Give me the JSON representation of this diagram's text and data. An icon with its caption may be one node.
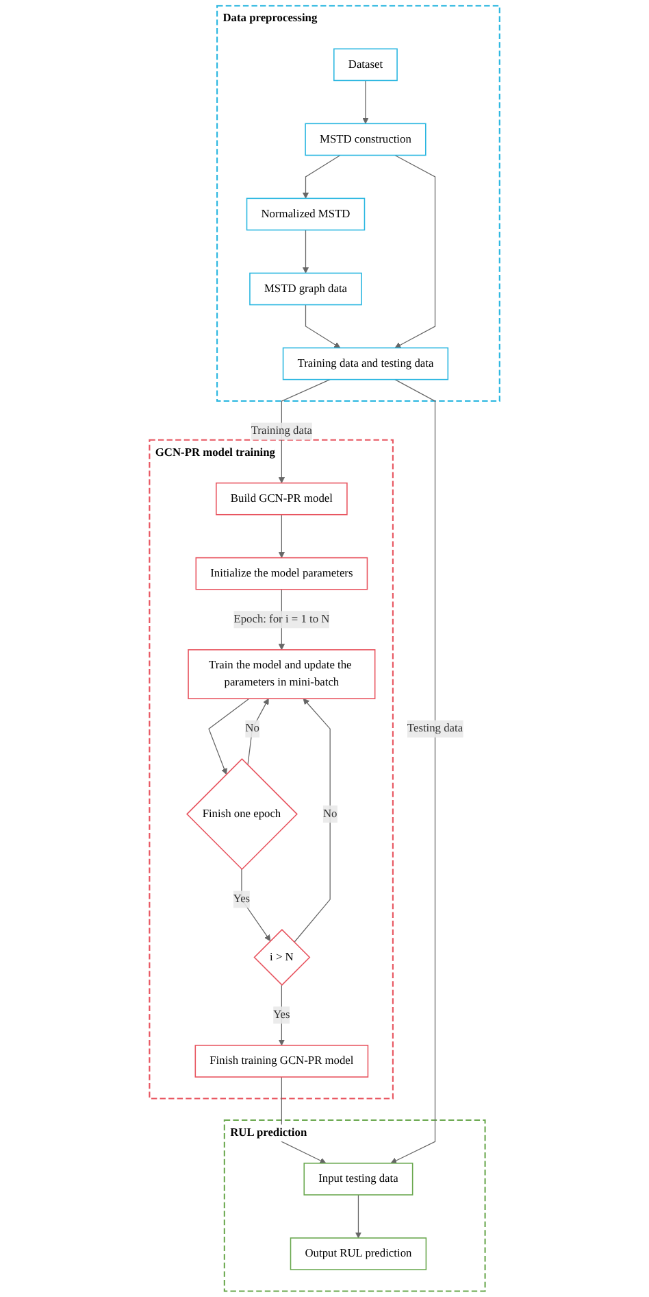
{
  "diagram": {
    "nodes": [
      {
        "text": [
          "Data preprocessing"
        ]
      },
      {
        "text": [
          "Dataset"
        ],
        "in": 0
      },
      {
        "text": [
          "MSTD construction"
        ],
        "in": 0
      },
      {
        "text": [
          "Normalized MSTD"
        ],
        "in": 0
      },
      {
        "text": [
          "MSTD graph data"
        ],
        "in": 0
      },
      {
        "text": [
          "Training data and testing data"
        ],
        "in": 0
      },
      {
        "text": [
          "GCN-PR model training"
        ]
      },
      {
        "text": [
          "Build GCN-PR model"
        ],
        "in": 6
      },
      {
        "text": [
          "Initialize the model parameters"
        ],
        "in": 6
      },
      {
        "text": [
          "Train the model and update the parameters in mini-batch"
        ],
        "in": 6
      },
      {
        "text": [
          "Finish one epoch"
        ],
        "in": 6
      },
      {
        "text": [
          "i > N"
        ],
        "in": 6
      },
      {
        "text": [
          "Finish training GCN-PR model"
        ],
        "in": 6
      },
      {
        "text": [
          "RUL prediction"
        ]
      },
      {
        "text": [
          "Input testing data"
        ],
        "in": 13
      },
      {
        "text": [
          "Output RUL prediction"
        ],
        "in": 13
      }
    ],
    "edges": [
      {
        "from": 1,
        "to": 2,
        "arrow": "to"
      },
      {
        "from": 2,
        "to": 3,
        "arrow": "to"
      },
      {
        "from": 3,
        "to": 4,
        "arrow": "to"
      },
      {
        "from": 4,
        "to": 5,
        "arrow": "to"
      },
      {
        "from": 2,
        "to": 5,
        "arrow": "to"
      },
      {
        "from": 5,
        "to": 7,
        "arrow": "to",
        "label": "Training data"
      },
      {
        "from": 7,
        "to": 8,
        "arrow": "to"
      },
      {
        "from": 8,
        "to": 9,
        "arrow": "to",
        "label": "Epoch: for i = 1 to N"
      },
      {
        "from": 9,
        "to": 10,
        "arrow": "to"
      },
      {
        "from": 10,
        "to": 9,
        "arrow": "to",
        "label": "No"
      },
      {
        "from": 10,
        "to": 11,
        "arrow": "to",
        "label": "Yes"
      },
      {
        "from": 11,
        "to": 9,
        "arrow": "to",
        "label": "No"
      },
      {
        "from": 11,
        "to": 12,
        "arrow": "to",
        "label": "Yes"
      },
      {
        "from": 12,
        "to": 14,
        "arrow": "to"
      },
      {
        "from": 5,
        "to": 14,
        "arrow": "to",
        "label": "Testing data"
      },
      {
        "from": 14,
        "to": 15,
        "arrow": "to"
      }
    ]
  }
}
